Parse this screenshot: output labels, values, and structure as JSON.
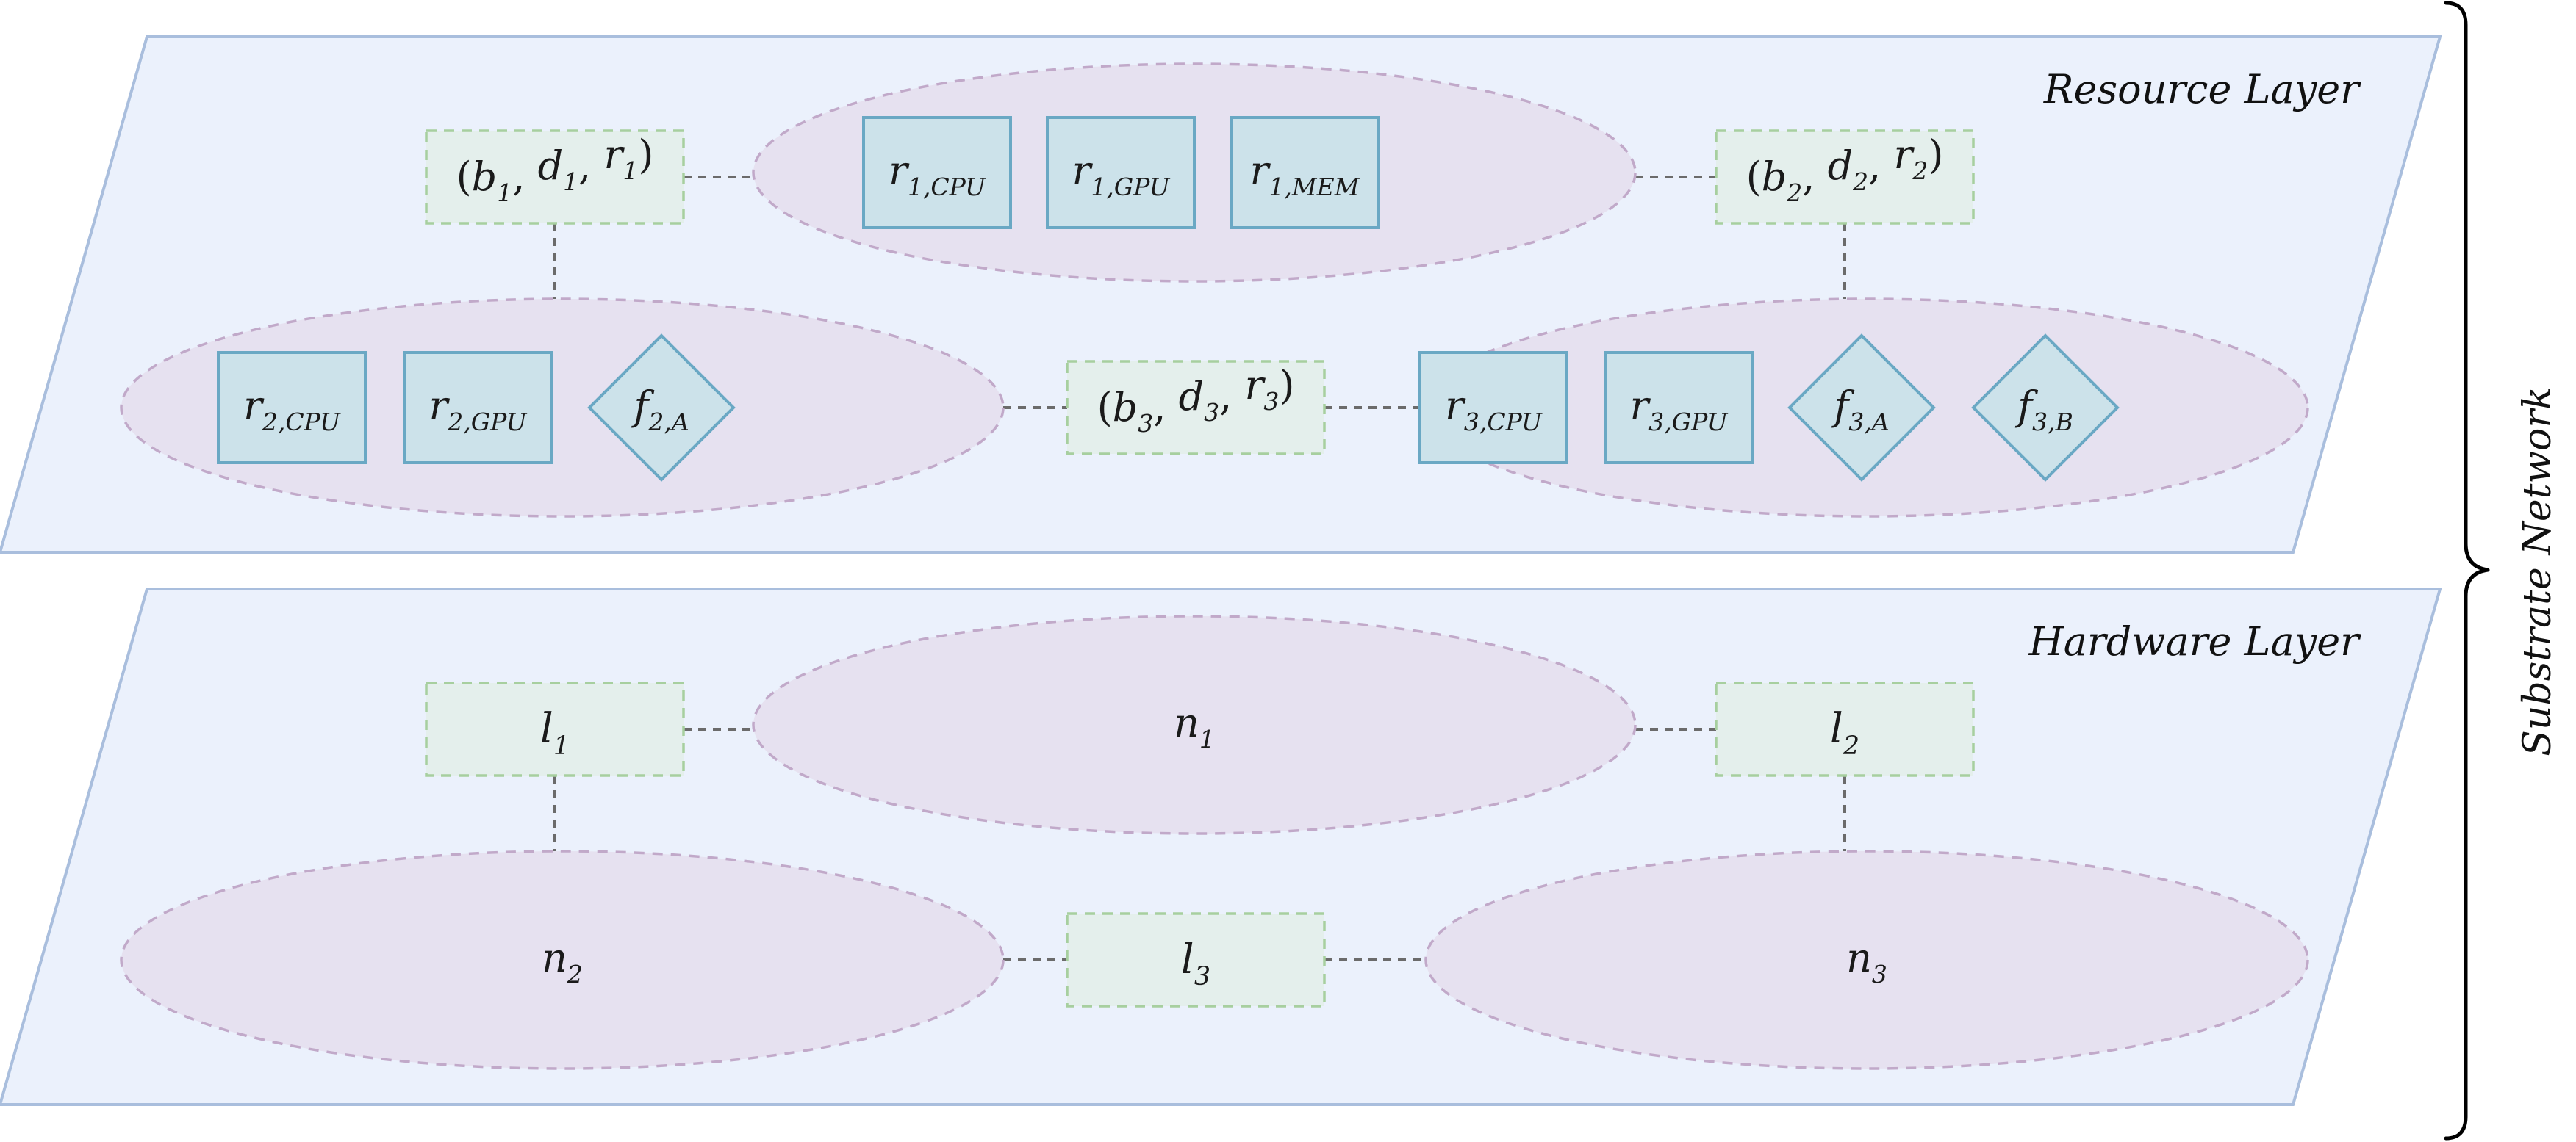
{
  "diagram": {
    "brace_label": "Substrate Network",
    "layers": [
      {
        "title": "Resource Layer",
        "links": [
          {
            "id": "l1",
            "main": "(b",
            "parts": [
              [
                "b",
                "1"
              ],
              [
                "d",
                "1"
              ],
              [
                "r",
                "1"
              ]
            ]
          },
          {
            "id": "l2",
            "parts": [
              [
                "b",
                "2"
              ],
              [
                "d",
                "2"
              ],
              [
                "r",
                "2"
              ]
            ]
          },
          {
            "id": "l3",
            "parts": [
              [
                "b",
                "3"
              ],
              [
                "d",
                "3"
              ],
              [
                "r",
                "3"
              ]
            ]
          }
        ],
        "nodes": [
          {
            "id": "n1",
            "items": [
              {
                "kind": "resource",
                "base": "r",
                "sub": "1,CPU"
              },
              {
                "kind": "resource",
                "base": "r",
                "sub": "1,GPU"
              },
              {
                "kind": "resource",
                "base": "r",
                "sub": "1,MEM"
              }
            ]
          },
          {
            "id": "n2",
            "items": [
              {
                "kind": "resource",
                "base": "r",
                "sub": "2,CPU"
              },
              {
                "kind": "resource",
                "base": "r",
                "sub": "2,GPU"
              },
              {
                "kind": "function",
                "base": "f",
                "sub": "2,A"
              }
            ]
          },
          {
            "id": "n3",
            "items": [
              {
                "kind": "resource",
                "base": "r",
                "sub": "3,CPU"
              },
              {
                "kind": "resource",
                "base": "r",
                "sub": "3,GPU"
              },
              {
                "kind": "function",
                "base": "f",
                "sub": "3,A"
              },
              {
                "kind": "function",
                "base": "f",
                "sub": "3,B"
              }
            ]
          }
        ]
      },
      {
        "title": "Hardware Layer",
        "links": [
          {
            "id": "l1",
            "base": "l",
            "sub": "1"
          },
          {
            "id": "l2",
            "base": "l",
            "sub": "2"
          },
          {
            "id": "l3",
            "base": "l",
            "sub": "3"
          }
        ],
        "nodes": [
          {
            "id": "n1",
            "base": "n",
            "sub": "1"
          },
          {
            "id": "n2",
            "base": "n",
            "sub": "2"
          },
          {
            "id": "n3",
            "base": "n",
            "sub": "3"
          }
        ]
      }
    ]
  }
}
